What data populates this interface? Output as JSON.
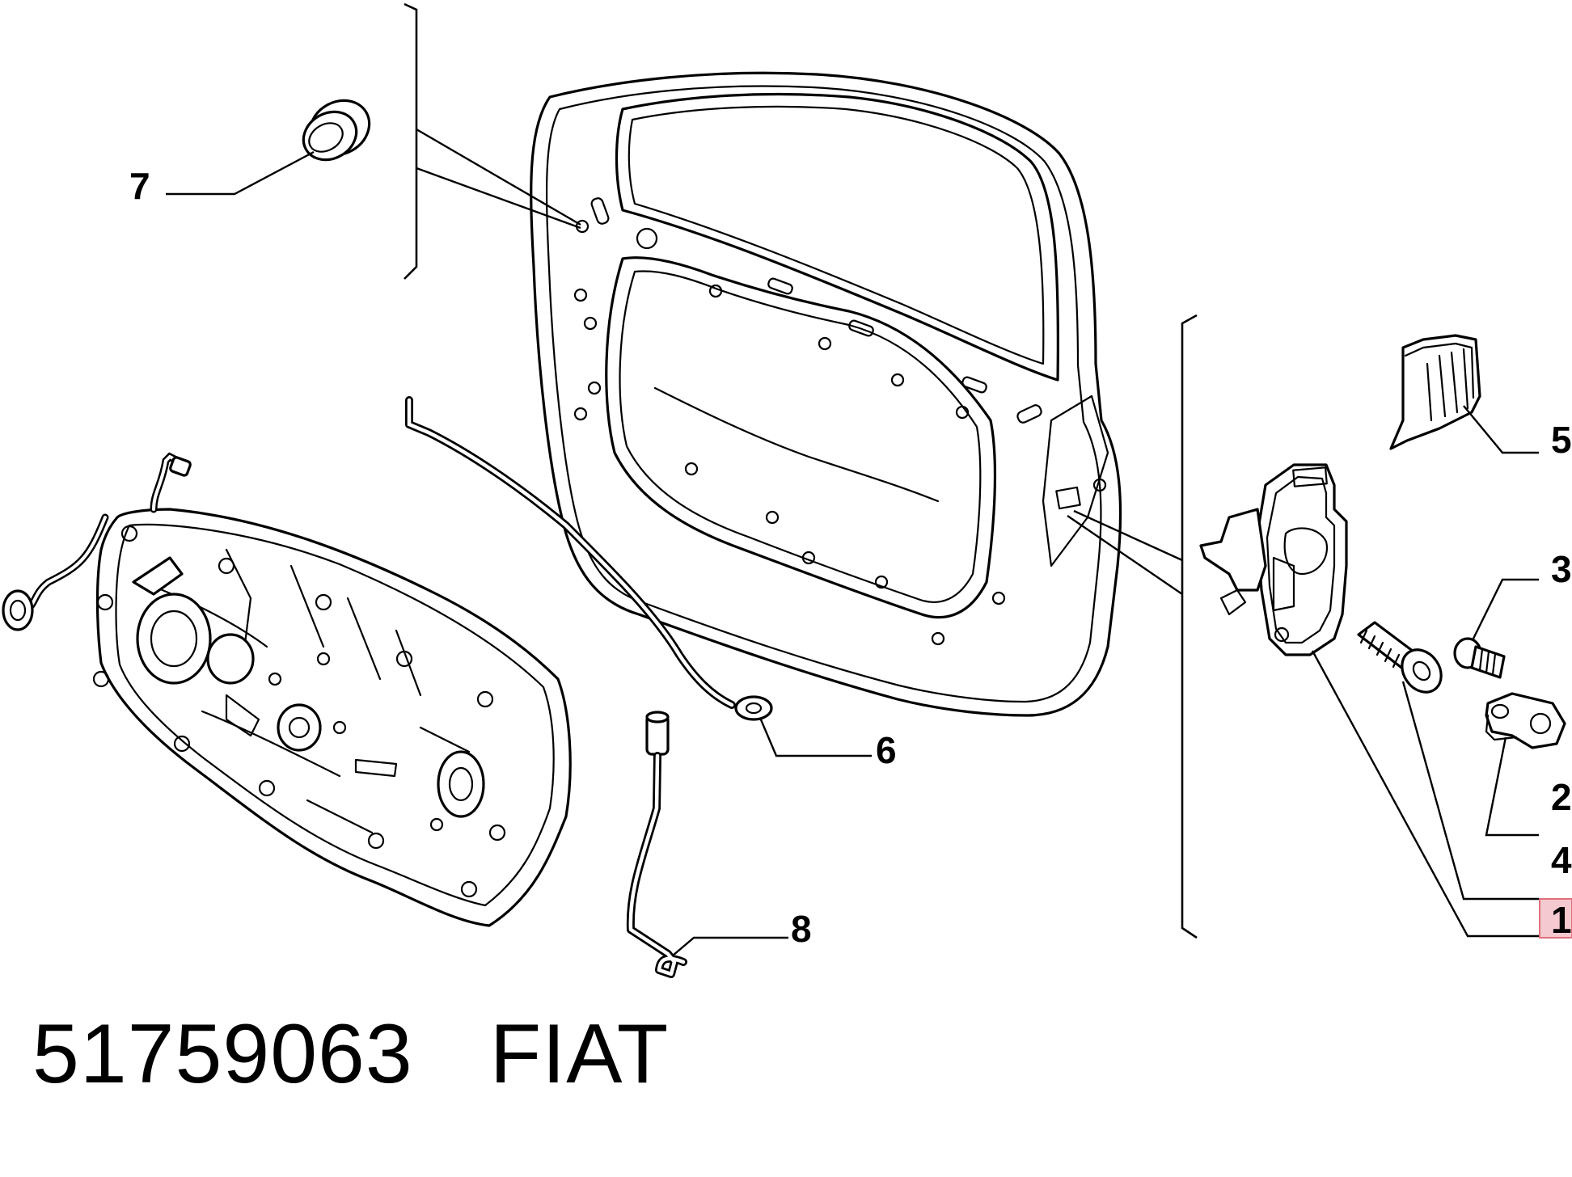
{
  "callouts": {
    "c1": "1",
    "c2": "2",
    "c3": "3",
    "c4": "4",
    "c5": "5",
    "c6": "6",
    "c7": "7",
    "c8": "8"
  },
  "highlighted_callout": "1",
  "highlight_color": "#f4c9cf",
  "footer": {
    "part_number": "51759063",
    "brand": "FIAT"
  }
}
